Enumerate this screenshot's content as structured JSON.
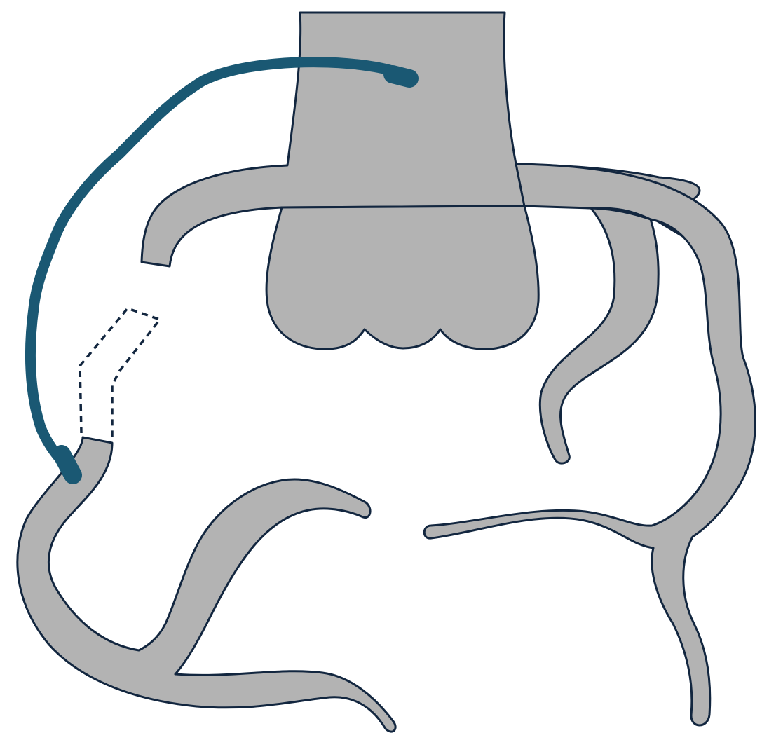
{
  "diagram": {
    "kind": "vascular anatomy illustration",
    "colors": {
      "background": "#ffffff",
      "vessel_fill": "#b3b3b3",
      "vessel_outline": "#12263f",
      "graft": "#1a5873"
    },
    "elements": [
      "aorta-trunk",
      "aortic-root",
      "left-proximal-arch-branch",
      "right-proximal-arch-branch",
      "right-inner-branch",
      "right-outer-branch",
      "right-mid-branch",
      "right-lower-branch",
      "left-lower-vessel",
      "lower-left-curving-branch",
      "dashed-missing-segment",
      "graft-conduit"
    ]
  }
}
